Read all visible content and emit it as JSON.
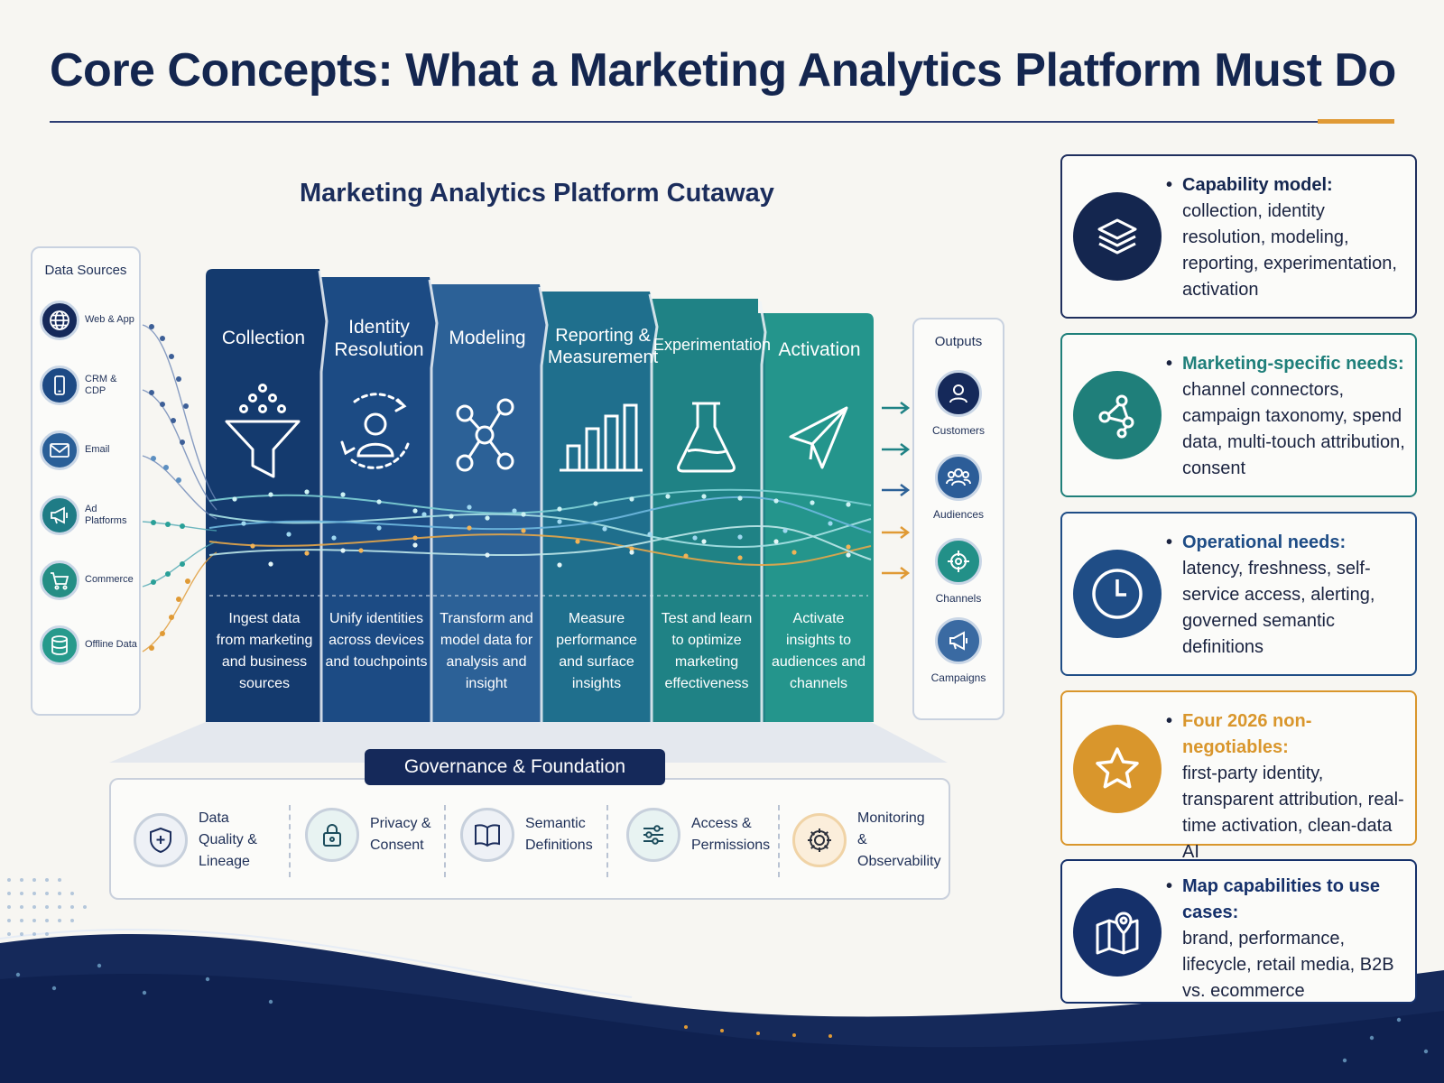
{
  "header": {
    "title": "Core Concepts: What a Marketing Analytics Platform Must Do"
  },
  "diagram": {
    "title": "Marketing Analytics Platform Cutaway",
    "sources": {
      "heading": "Data Sources",
      "items": [
        {
          "label": "Web & App",
          "icon": "globe-icon"
        },
        {
          "label": "CRM & CDP",
          "icon": "phone-icon"
        },
        {
          "label": "Email",
          "icon": "envelope-icon"
        },
        {
          "label": "Ad Platforms",
          "icon": "megaphone-icon"
        },
        {
          "label": "Commerce",
          "icon": "cart-icon"
        },
        {
          "label": "Offline Data",
          "icon": "database-icon"
        }
      ]
    },
    "stages": [
      {
        "title": "Collection",
        "desc": "Ingest data from marketing and business sources",
        "icon": "funnel-icon",
        "color": "#143a6e"
      },
      {
        "title": "Identity Resolution",
        "desc": "Unify identities across devices and touchpoints",
        "icon": "user-cycle-icon",
        "color": "#1c4b84"
      },
      {
        "title": "Modeling",
        "desc": "Transform and model data for analysis and insight",
        "icon": "network-icon",
        "color": "#2c6197"
      },
      {
        "title": "Reporting & Measurement",
        "desc": "Measure performance and surface insights",
        "icon": "bar-chart-icon",
        "color": "#1f6f8d"
      },
      {
        "title": "Experimentation",
        "desc": "Test and learn to optimize marketing effectiveness",
        "icon": "flask-icon",
        "color": "#1f8285"
      },
      {
        "title": "Activation",
        "desc": "Activate insights to audiences and channels",
        "icon": "paper-plane-icon",
        "color": "#24958c"
      }
    ],
    "outputs": {
      "heading": "Outputs",
      "items": [
        {
          "label": "Customers",
          "icon": "person-icon"
        },
        {
          "label": "Audiences",
          "icon": "group-icon"
        },
        {
          "label": "Channels",
          "icon": "target-icon"
        },
        {
          "label": "Campaigns",
          "icon": "megaphone-icon"
        }
      ]
    },
    "governance": {
      "title": "Governance & Foundation",
      "items": [
        {
          "label": "Data Quality & Lineage",
          "icon": "shield-icon"
        },
        {
          "label": "Privacy & Consent",
          "icon": "lock-icon"
        },
        {
          "label": "Semantic Definitions",
          "icon": "book-icon"
        },
        {
          "label": "Access & Permissions",
          "icon": "sliders-icon"
        },
        {
          "label": "Monitoring & Observability",
          "icon": "gear-icon"
        }
      ]
    }
  },
  "cards": [
    {
      "heading": "Capability model:",
      "body": "collection, identity resolution, modeling, reporting, experimentation, activation",
      "color": "#14264f",
      "icon": "layers-icon"
    },
    {
      "heading": "Marketing-specific needs:",
      "body": "channel connectors, campaign taxonomy, spend data, multi-touch attribution, consent",
      "color": "#1f7f7a",
      "icon": "nodes-icon"
    },
    {
      "heading": "Operational needs:",
      "body": "latency, freshness, self-service access, alerting, governed semantic definitions",
      "color": "#1f4d86",
      "icon": "clock-icon"
    },
    {
      "heading": "Four 2026 non-negotiables:",
      "body": "first-party identity, transparent attribution, real-time activation, clean-data AI",
      "color": "#d9962c",
      "icon": "star-icon"
    },
    {
      "heading": "Map capabilities to use cases:",
      "body": "brand, performance, lifecycle, retail media, B2B vs. ecommerce",
      "color": "#15306a",
      "icon": "map-pin-icon"
    }
  ]
}
